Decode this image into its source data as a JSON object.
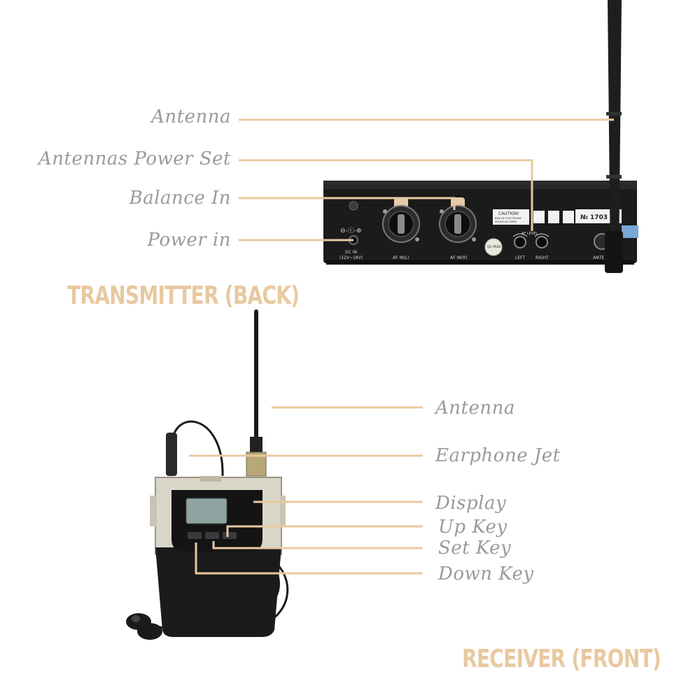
{
  "colors": {
    "accent": "#e8c9a0",
    "label_text": "#9a9a9a",
    "heading": "#e8c9a0",
    "device_body": "#1b1b1b",
    "silver_panel": "#d9d6c8"
  },
  "transmitter": {
    "heading": "TRANSMITTER (BACK)",
    "labels": {
      "antenna": "Antenna",
      "antennas_power_set": "Antennas Power Set",
      "balance_in": "Balance In",
      "power_in": "Power in"
    },
    "panel_text": {
      "dc_in": "DC IN",
      "dc_in_range": "(12V~18V)",
      "af_in_l": "AF IN(L)",
      "af_in_r": "AF IN(R)",
      "qc_pass": "QC PASS",
      "caution": "CAUTION!",
      "caution_line1": "RISK OF ELECTRONIC",
      "caution_line2": "SHOCK DO OPEN",
      "af_level": "AF LEVEL",
      "left": "LEFT",
      "right": "RIGHT",
      "serial": "№ 1703",
      "ant": "ANTE"
    }
  },
  "receiver": {
    "heading": "RECEIVER (FRONT)",
    "labels": {
      "antenna": "Antenna",
      "earphone_jet": "Earphone Jet",
      "display": "Display",
      "up_key": "Up Key",
      "set_key": "Set Key",
      "down_key": "Down Key"
    }
  },
  "icons": [
    "transmitter-unit-icon",
    "receiver-bodypack-icon",
    "earphone-icon",
    "whip-antenna-icon"
  ]
}
